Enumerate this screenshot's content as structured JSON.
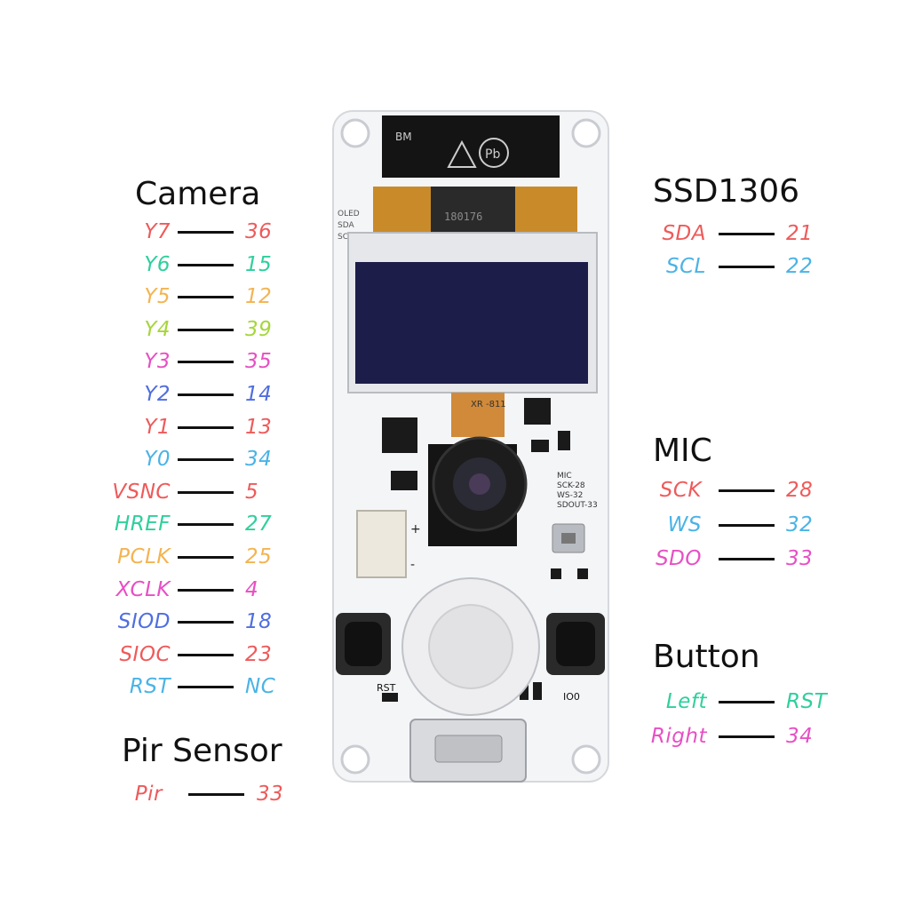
{
  "groups": {
    "camera": {
      "title": "Camera",
      "pins": [
        {
          "name": "Y7",
          "num": "36",
          "color": "#ef5a5a"
        },
        {
          "name": "Y6",
          "num": "15",
          "color": "#2fcf9c"
        },
        {
          "name": "Y5",
          "num": "12",
          "color": "#f3b452"
        },
        {
          "name": "Y4",
          "num": "39",
          "color": "#a6d63a"
        },
        {
          "name": "Y3",
          "num": "35",
          "color": "#e84fc4"
        },
        {
          "name": "Y2",
          "num": "14",
          "color": "#4f6ee0"
        },
        {
          "name": "Y1",
          "num": "13",
          "color": "#ef5a5a"
        },
        {
          "name": "Y0",
          "num": "34",
          "color": "#4ab3e6"
        },
        {
          "name": "VSNC",
          "num": "5",
          "color": "#ef5a5a"
        },
        {
          "name": "HREF",
          "num": "27",
          "color": "#2fcf9c"
        },
        {
          "name": "PCLK",
          "num": "25",
          "color": "#f3b452"
        },
        {
          "name": "XCLK",
          "num": "4",
          "color": "#e84fc4"
        },
        {
          "name": "SIOD",
          "num": "18",
          "color": "#4f6ee0"
        },
        {
          "name": "SIOC",
          "num": "23",
          "color": "#ef5a5a"
        },
        {
          "name": "RST",
          "num": "NC",
          "color": "#4ab3e6"
        }
      ]
    },
    "pir": {
      "title": "Pir Sensor",
      "pins": [
        {
          "name": "Pir",
          "num": "33",
          "color": "#ef5a5a"
        }
      ]
    },
    "ssd1306": {
      "title": "SSD1306",
      "pins": [
        {
          "name": "SDA",
          "num": "21",
          "color": "#ef5a5a"
        },
        {
          "name": "SCL",
          "num": "22",
          "color": "#4ab3e6"
        }
      ]
    },
    "mic": {
      "title": "MIC",
      "pins": [
        {
          "name": "SCK",
          "num": "28",
          "color": "#ef5a5a"
        },
        {
          "name": "WS",
          "num": "32",
          "color": "#4ab3e6"
        },
        {
          "name": "SDO",
          "num": "33",
          "color": "#e84fc4"
        }
      ]
    },
    "button": {
      "title": "Button",
      "pins": [
        {
          "name": "Left",
          "num": "RST",
          "color": "#2fcf9c"
        },
        {
          "name": "Right",
          "num": "34",
          "color": "#e84fc4"
        }
      ]
    }
  },
  "board": {
    "screen_label": "BM",
    "pb_mark": "Pb",
    "oled_silk": [
      "OLED",
      "SDA",
      "SCL"
    ],
    "flex_code": "180176",
    "cam_flex_code": "XR -811",
    "mic_silk": [
      "MIC",
      "SCK-28",
      "WS-32",
      "SDOUT-33"
    ],
    "plus": "+",
    "minus": "-",
    "rst_silk": "RST",
    "io0_silk": "IO0",
    "colors": {
      "pcb": "#f4f5f7",
      "oled": "#1d1d4a",
      "chip": "#141414"
    }
  }
}
